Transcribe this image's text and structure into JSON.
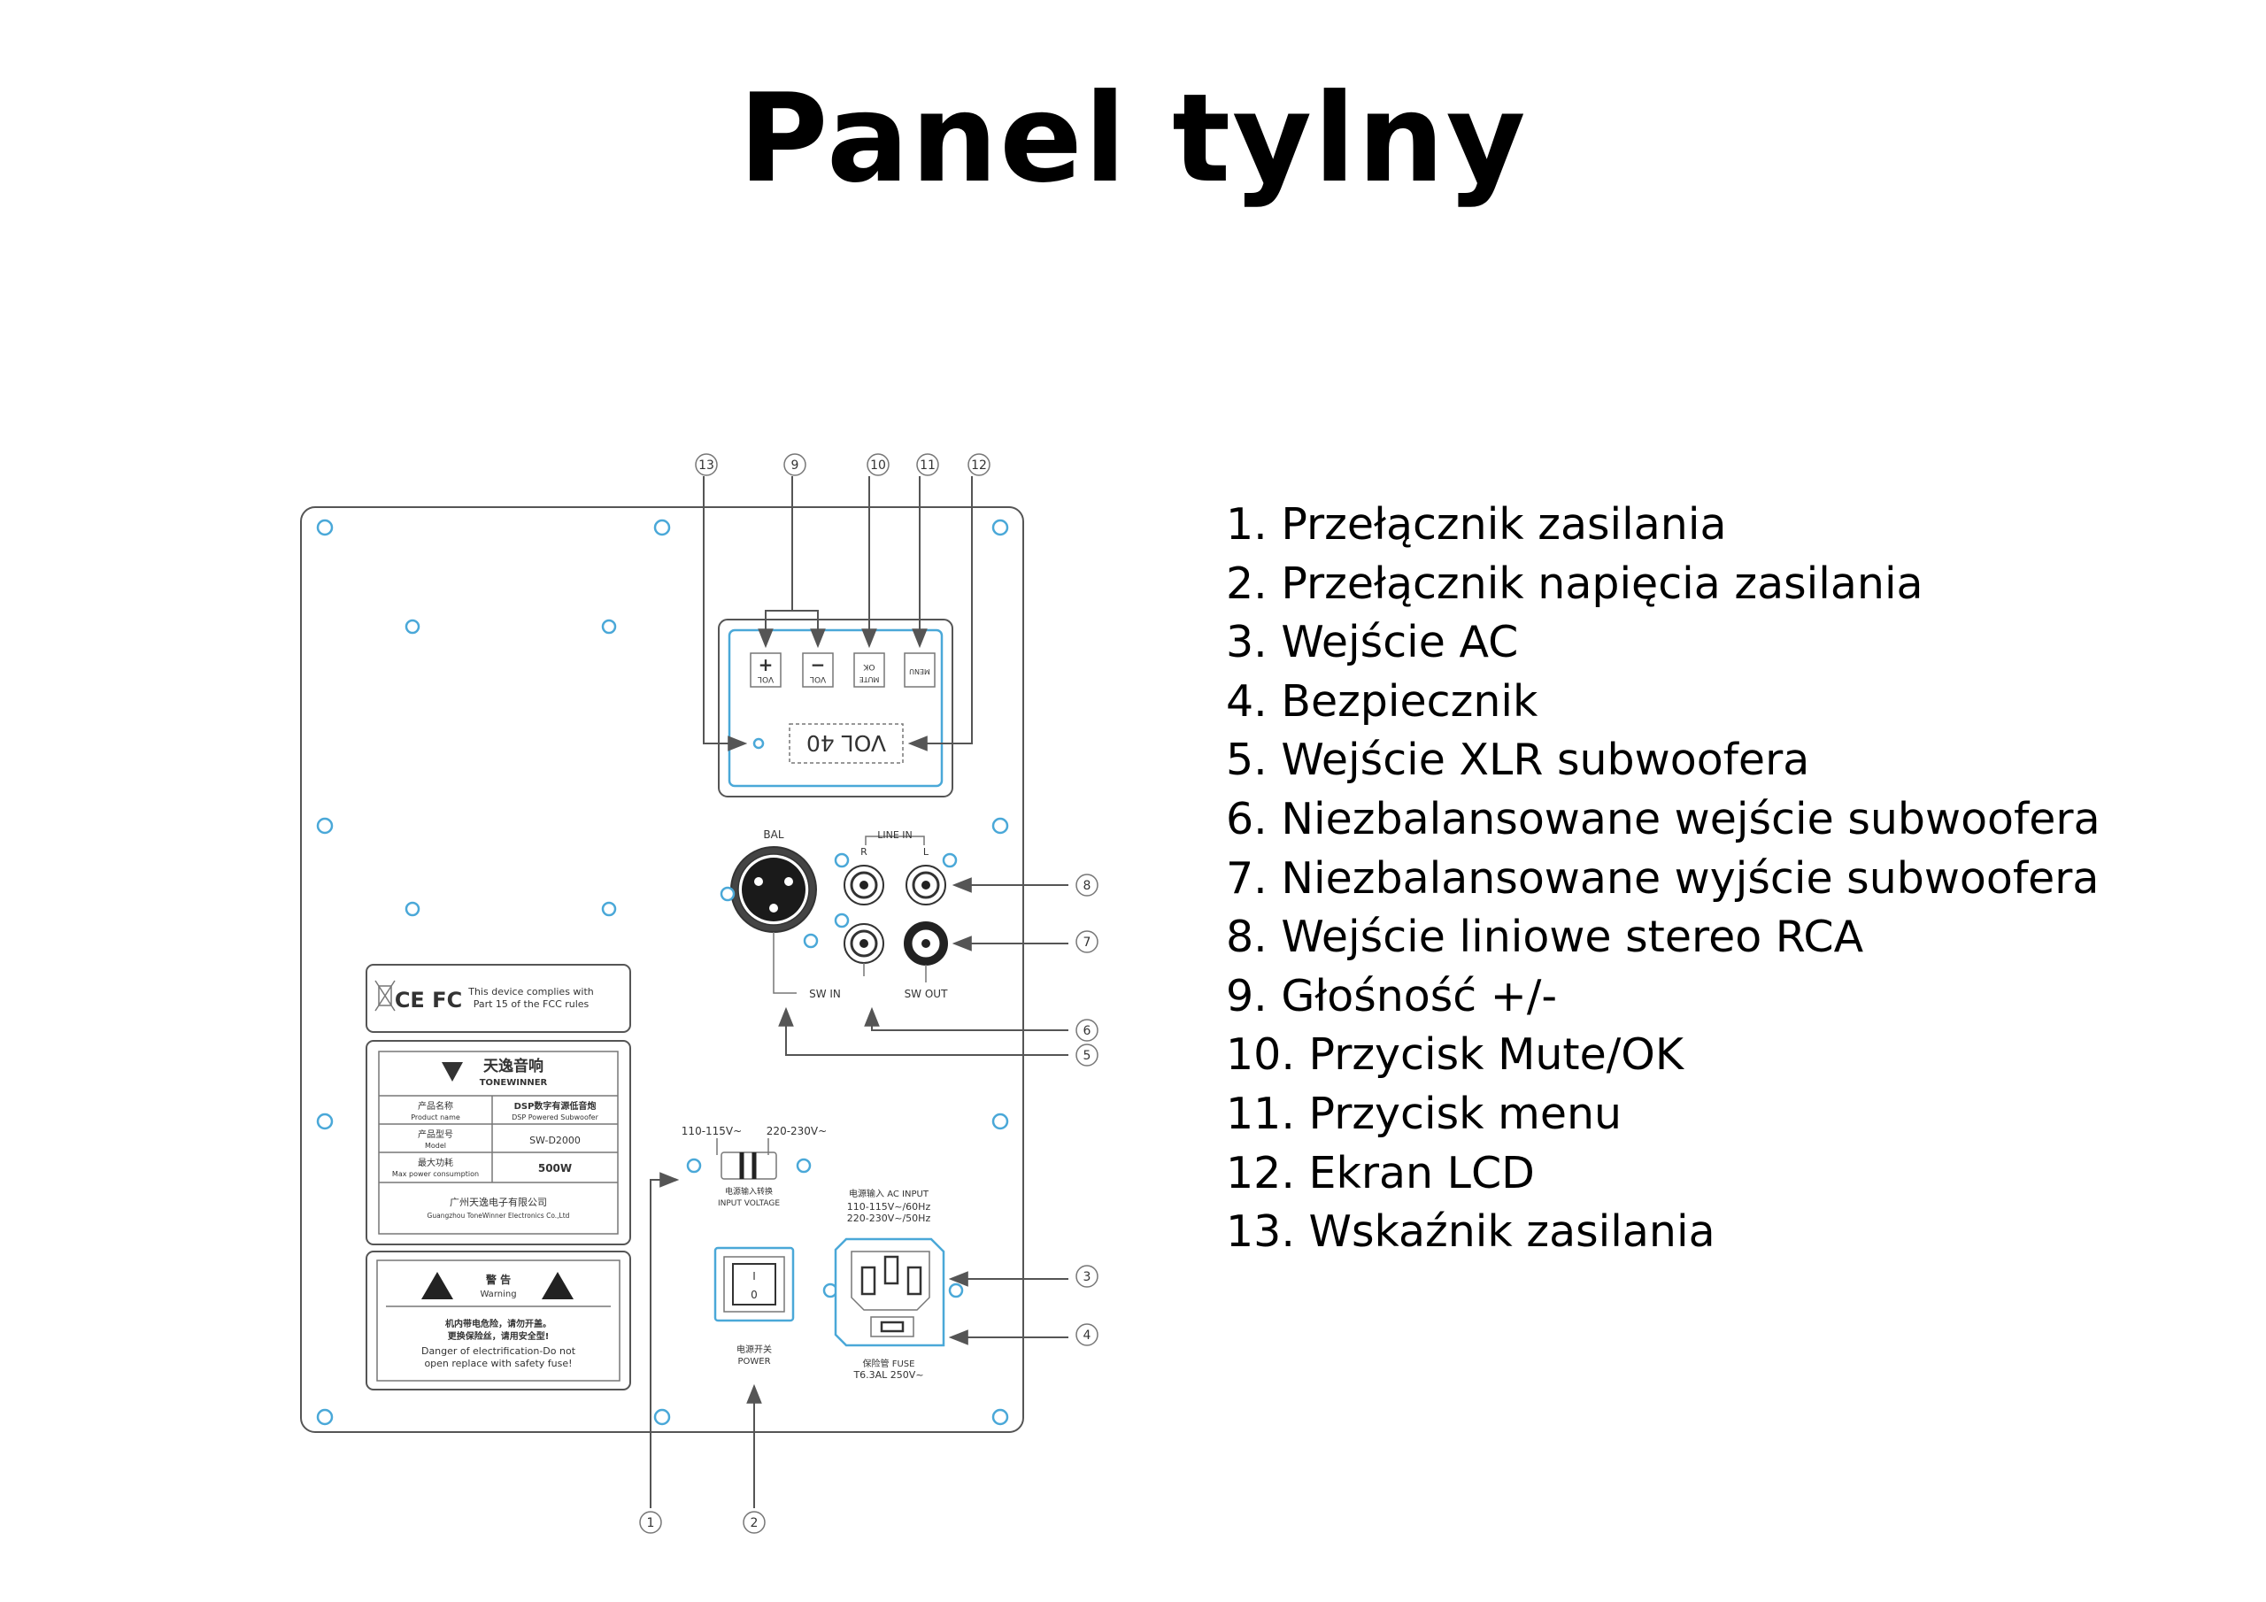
{
  "title": "Panel tylny",
  "legend": [
    "1. Przełącznik zasilania",
    "2. Przełącznik napięcia zasilania",
    "3. Wejście AC",
    "4. Bezpiecznik",
    "5. Wejście XLR subwoofera",
    "6. Niezbalansowane wejście subwoofera",
    "7. Niezbalansowane wyjście subwoofera",
    "8. Wejście liniowe stereo RCA",
    "9. Głośność +/-",
    "10. Przycisk Mute/OK",
    "11. Przycisk menu",
    "12. Ekran LCD",
    "13. Wskaźnik zasilania"
  ],
  "callout_numbers": [
    "1",
    "2",
    "3",
    "4",
    "5",
    "6",
    "7",
    "8",
    "9",
    "10",
    "11",
    "12",
    "13"
  ],
  "panel": {
    "buttons": {
      "vol_plus": "+",
      "vol_minus": "−",
      "vol": "VOL",
      "ok": "OK",
      "mute": "MUTE",
      "menu": "MENU"
    },
    "lcd_text": "VOL 40",
    "bal": "BAL",
    "line_in": "LINE IN",
    "line_r": "R",
    "line_l": "L",
    "sw_in": "SW IN",
    "sw_out": "SW OUT",
    "voltage_low": "110-115V~",
    "voltage_high": "220-230V~",
    "voltage_cn": "电源输入转换",
    "voltage_en": "INPUT  VOLTAGE",
    "power_cn": "电源开关",
    "power_en": "POWER",
    "power_on": "I",
    "power_off": "0",
    "ac_input_cn": "电源输入 AC INPUT",
    "ac_input_1": "110-115V~/60Hz",
    "ac_input_2": "220-230V~/50Hz",
    "fuse_cn": "保险管 FUSE",
    "fuse_rating": "T6.3AL  250V~",
    "cert_marks": "CE FC",
    "cert_text_1": "This device complies with",
    "cert_text_2": "Part 15 of the FCC rules",
    "brand_cn": "天逸音响",
    "brand_en": "TONEWINNER",
    "product_name_cn": "产品名称",
    "product_name_en": "Product name",
    "product_name_value_cn": "DSP数字有源低音炮",
    "product_name_value_en": "DSP Powered Subwoofer",
    "model_cn": "产品型号",
    "model_en": "Model",
    "model_value": "SW-D2000",
    "power_cons_cn": "最大功耗",
    "power_cons_en": "Max power consumption",
    "power_cons_value": "500W",
    "company_cn": "广州天逸电子有限公司",
    "company_en": "Guangzhou ToneWinner Electronics Co.,Ltd",
    "warning_cn": "警 告",
    "warning_en": "Warning",
    "warning_line1_cn": "机内带电危险，请勿开盖。",
    "warning_line2_cn": "更换保险丝，请用安全型!",
    "warning_line1_en": "Danger of electrification-Do not",
    "warning_line2_en": "open replace with safety fuse!"
  },
  "colors": {
    "outline": "#555555",
    "mount_hole": "#4aa8d8",
    "text": "#000000"
  }
}
